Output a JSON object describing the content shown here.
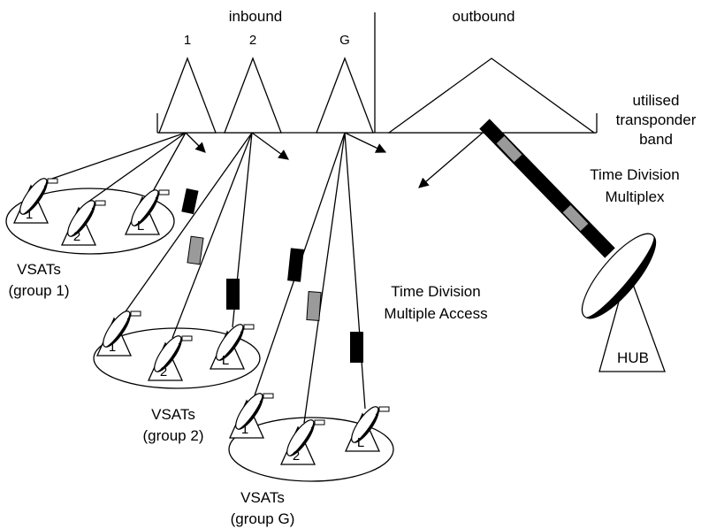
{
  "band": {
    "inbound_label": "inbound",
    "outbound_label": "outbound",
    "carrier_labels": [
      "1",
      "2",
      "G"
    ],
    "utilised_label_lines": [
      "utilised",
      "transponder",
      "band"
    ]
  },
  "access": {
    "tdm_label_lines": [
      "Time Division",
      "Multiplex"
    ],
    "tdma_label_lines": [
      "Time Division",
      "Multiple Access"
    ]
  },
  "groups": [
    {
      "label_lines": [
        "VSATs",
        "(group 1)"
      ],
      "terminals": [
        "1",
        "2",
        "L"
      ]
    },
    {
      "label_lines": [
        "VSATs",
        "(group 2)"
      ],
      "terminals": [
        "1",
        "2",
        "L"
      ]
    },
    {
      "label_lines": [
        "VSATs",
        "(group G)"
      ],
      "terminals": [
        "1",
        "2",
        "L"
      ]
    }
  ],
  "hub": {
    "label": "HUB"
  },
  "colors": {
    "line": "#000000",
    "burst_dark": "#000000",
    "burst_light": "#9a9a9a",
    "background": "#ffffff"
  }
}
